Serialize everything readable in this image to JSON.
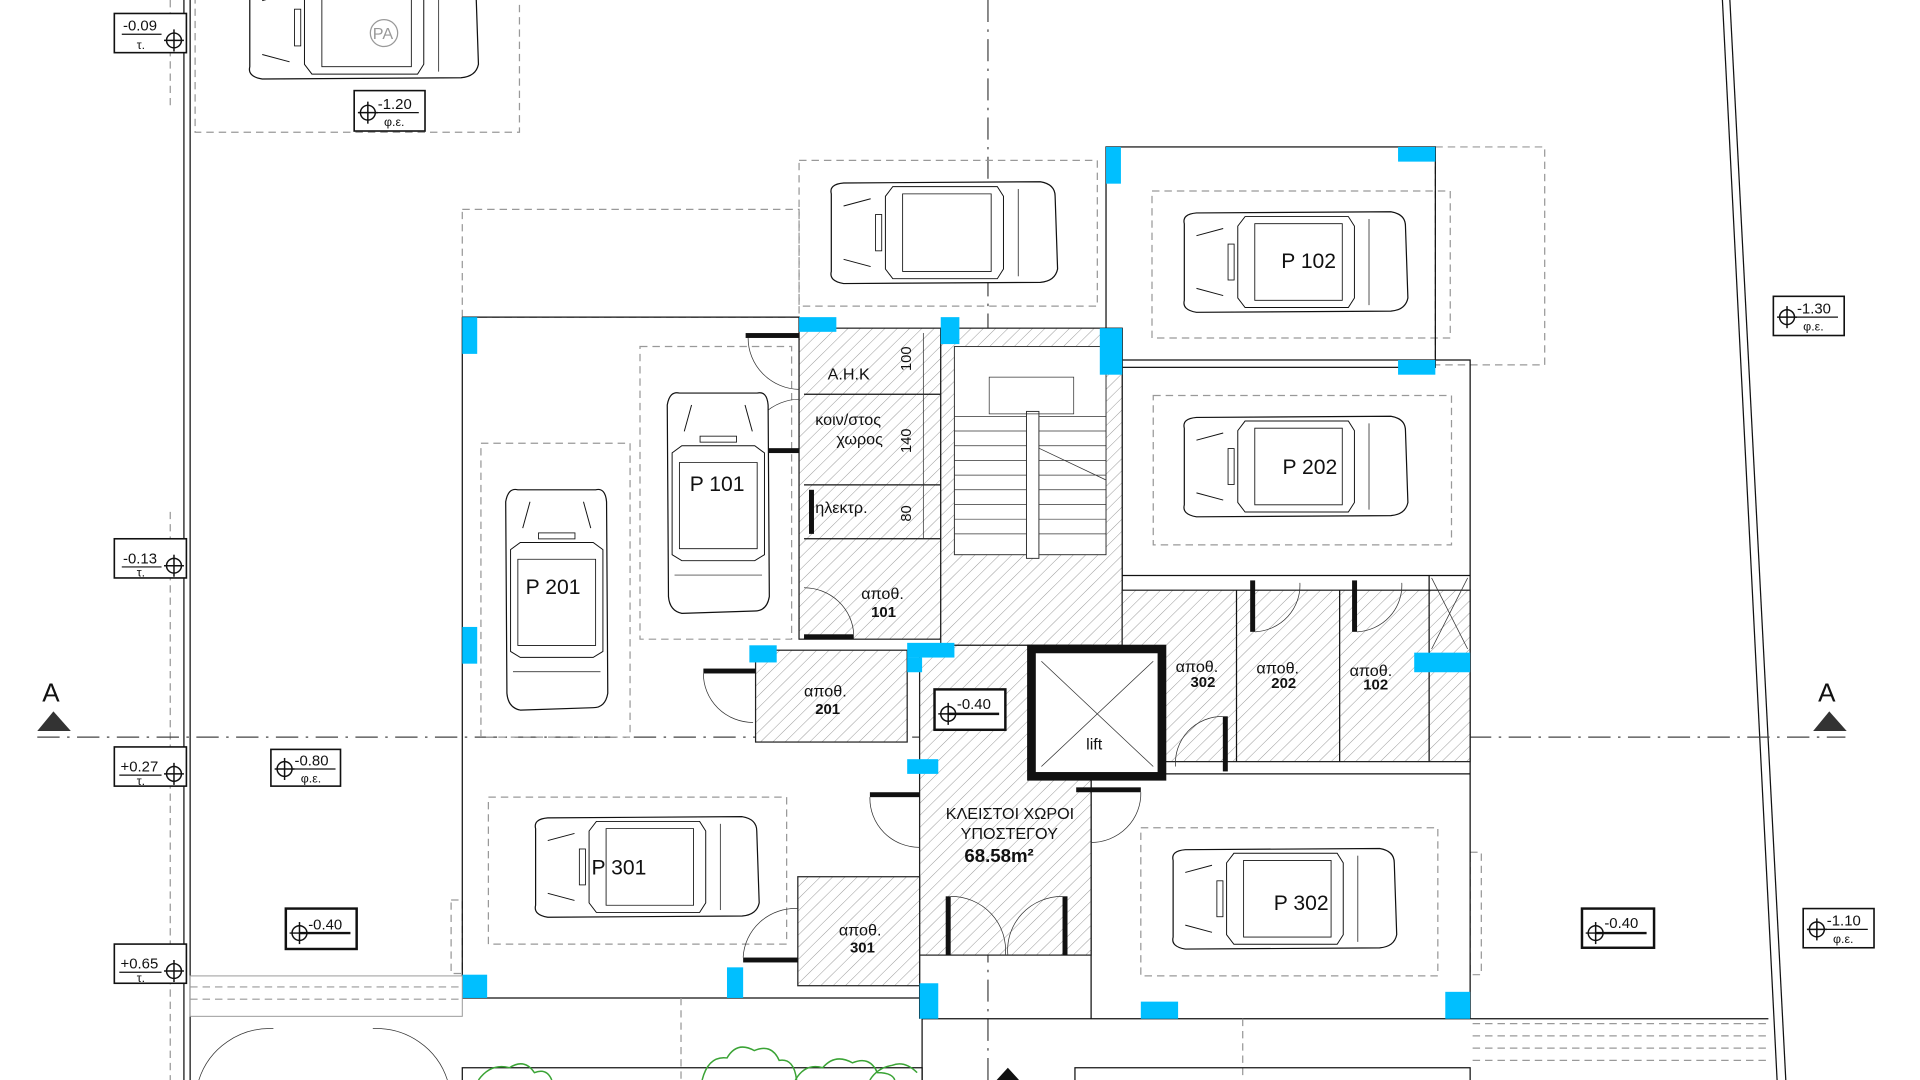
{
  "parking": {
    "pa": "PA",
    "p101": "P 101",
    "p102": "P 102",
    "p201": "P 201",
    "p202": "P 202",
    "p301": "P 301",
    "p302": "P 302"
  },
  "rooms": {
    "ahk": "Α.Η.Κ",
    "common_1": "κοιν/στος",
    "common_2": "χωρος",
    "elec": "ηλεκτρ.",
    "storage": "αποθ.",
    "s101": "101",
    "s201": "201",
    "s301": "301",
    "s302": "302",
    "s202": "202",
    "s102": "102",
    "lift": "lift",
    "closed_1": "ΚΛΕΙΣΤΟΙ ΧΩΡΟΙ",
    "closed_2": "ΥΠΟΣΤΕΓΟΥ",
    "closed_area": "68.58m²"
  },
  "dimensions": [
    "100",
    "140",
    "80"
  ],
  "section_marks": {
    "left": "A",
    "right": "A"
  },
  "levels": [
    {
      "value": "-0.09",
      "type": "τ."
    },
    {
      "value": "-1.20",
      "type": "φ.ε."
    },
    {
      "value": "-0.13",
      "type": "τ."
    },
    {
      "value": "+0.27",
      "type": "τ."
    },
    {
      "value": "-0.80",
      "type": "φ.ε."
    },
    {
      "value": "+0.65",
      "type": "τ."
    },
    {
      "value": "-0.40"
    },
    {
      "value": "-0.40"
    },
    {
      "value": "-0.40"
    },
    {
      "value": "-1.30",
      "type": "φ.ε."
    },
    {
      "value": "-1.10",
      "type": "φ.ε."
    }
  ],
  "colors": {
    "column": "#00bfff",
    "line": "#111111",
    "tree": "#3aa335"
  }
}
